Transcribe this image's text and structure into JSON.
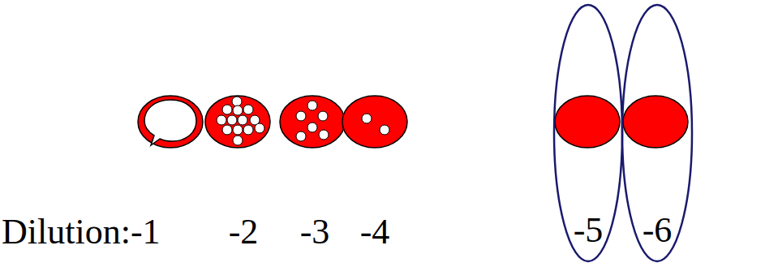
{
  "diagram": {
    "nodes": [
      {
        "text": [
          "-5"
        ]
      },
      {
        "text": [
          "-6"
        ]
      }
    ],
    "labels": [
      "Dilution:-1",
      "-2",
      "-3",
      "-4"
    ]
  }
}
